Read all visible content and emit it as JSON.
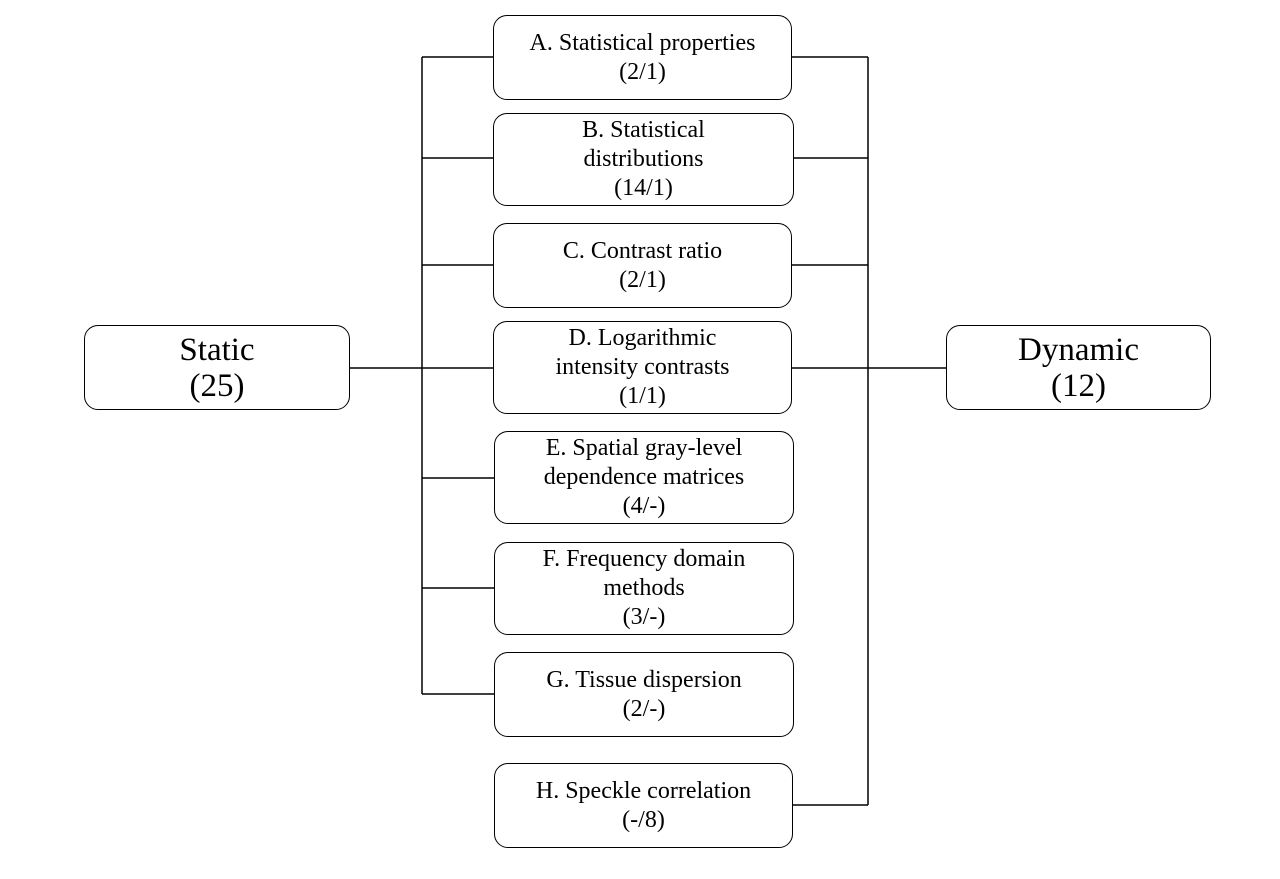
{
  "diagram": {
    "static": {
      "label": "Static",
      "count": "(25)"
    },
    "dynamic": {
      "label": "Dynamic",
      "count": "(12)"
    },
    "categories": [
      {
        "label": "A. Statistical properties",
        "count": "(2/1)"
      },
      {
        "label": "B. Statistical\ndistributions",
        "count": "(14/1)"
      },
      {
        "label": "C. Contrast ratio",
        "count": "(2/1)"
      },
      {
        "label": "D. Logarithmic\nintensity contrasts",
        "count": "(1/1)"
      },
      {
        "label": "E. Spatial gray-level\ndependence matrices",
        "count": "(4/-)"
      },
      {
        "label": "F. Frequency domain\nmethods",
        "count": "(3/-)"
      },
      {
        "label": "G. Tissue dispersion",
        "count": "(2/-)"
      },
      {
        "label": "H. Speckle correlation",
        "count": "(-/8)"
      }
    ]
  }
}
